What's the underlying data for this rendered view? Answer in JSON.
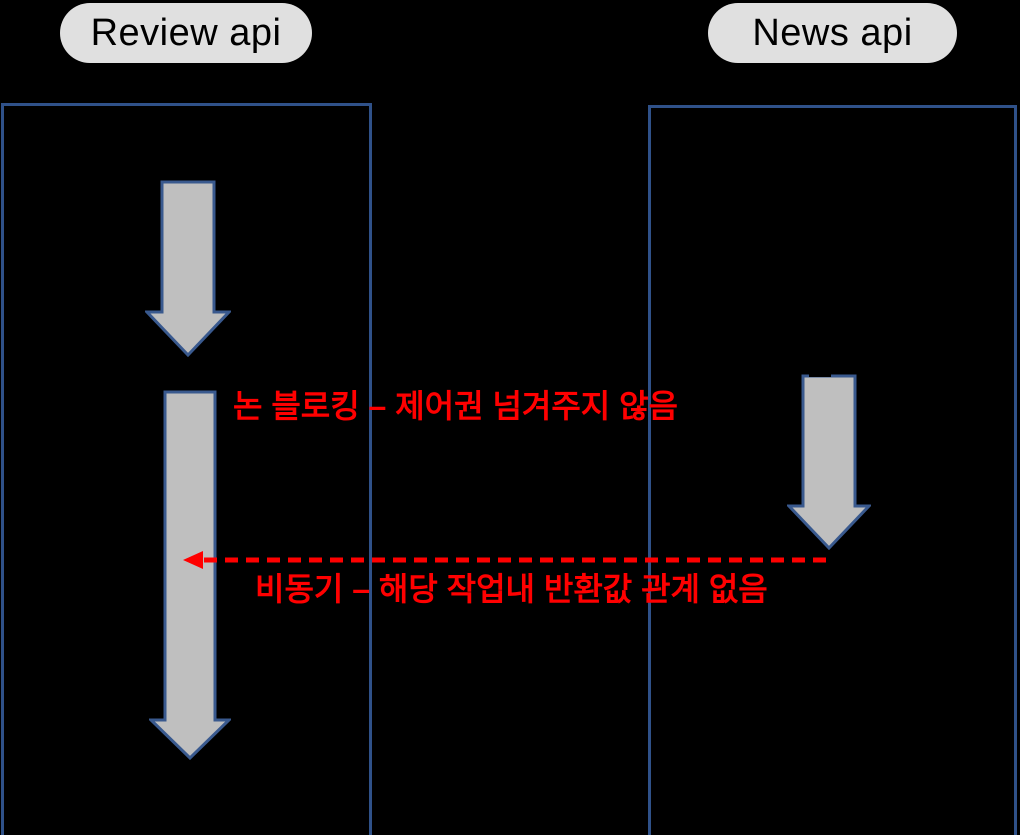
{
  "diagram": {
    "actors": [
      {
        "id": "review-api",
        "label": "Review api"
      },
      {
        "id": "news-api",
        "label": "News api"
      }
    ],
    "annotations": [
      {
        "id": "non-blocking-note",
        "text": "논 블로킹 – 제어권 넘겨주지 않음"
      },
      {
        "id": "async-note",
        "text": "비동기 – 해당 작업내 반환값 관계 없음"
      }
    ],
    "arrows": [
      {
        "id": "review-task-1",
        "actor": "review-api",
        "direction": "down",
        "style": "solid"
      },
      {
        "id": "review-task-2",
        "actor": "review-api",
        "direction": "down",
        "style": "solid"
      },
      {
        "id": "news-task",
        "actor": "news-api",
        "direction": "down",
        "style": "solid"
      },
      {
        "id": "async-return",
        "from": "news-api",
        "to": "review-api",
        "direction": "left",
        "style": "dashed"
      }
    ]
  },
  "colors": {
    "background": "#000000",
    "actor_pill_bg": "#E0E0E0",
    "actor_pill_text": "#000000",
    "frame_border": "#2F5189",
    "arrow_fill": "#BFBFBF",
    "arrow_outline": "#39598E",
    "annotation_text": "#FF0000"
  }
}
